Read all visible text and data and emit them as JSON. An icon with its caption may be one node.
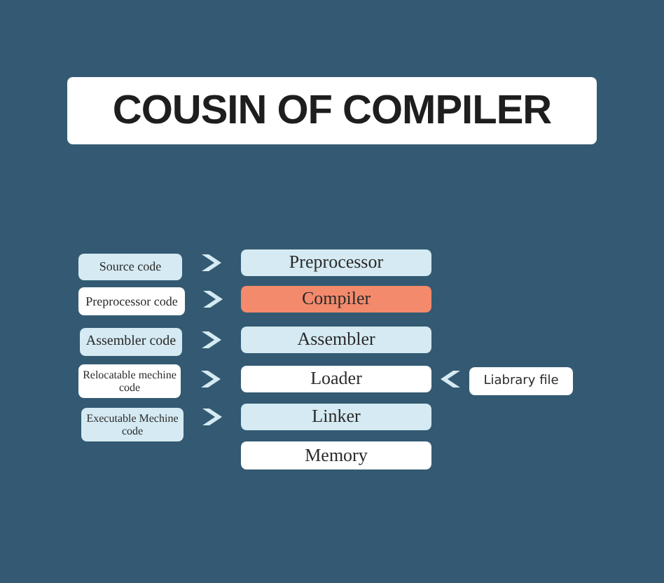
{
  "diagram": {
    "title": "COUSIN OF COMPILER",
    "nodes": [
      {
        "text": [
          "Source code"
        ]
      },
      {
        "text": [
          "Preprocessor code"
        ]
      },
      {
        "text": [
          "Assembler code"
        ]
      },
      {
        "text": [
          "Relocatable mechine code"
        ]
      },
      {
        "text": [
          "Executable Mechine code"
        ]
      },
      {
        "text": [
          "Preprocessor"
        ]
      },
      {
        "text": [
          "Compiler"
        ]
      },
      {
        "text": [
          "Assembler"
        ]
      },
      {
        "text": [
          "Loader"
        ]
      },
      {
        "text": [
          "Linker"
        ]
      },
      {
        "text": [
          "Memory"
        ]
      },
      {
        "text": [
          "Liabrary file"
        ]
      }
    ],
    "edges": [
      {
        "from": 0,
        "to": 5,
        "arrow": "to"
      },
      {
        "from": 1,
        "to": 6,
        "arrow": "to"
      },
      {
        "from": 2,
        "to": 7,
        "arrow": "to"
      },
      {
        "from": 3,
        "to": 8,
        "arrow": "to"
      },
      {
        "from": 4,
        "to": 9,
        "arrow": "to"
      },
      {
        "from": 11,
        "to": 8,
        "arrow": "to"
      }
    ]
  }
}
